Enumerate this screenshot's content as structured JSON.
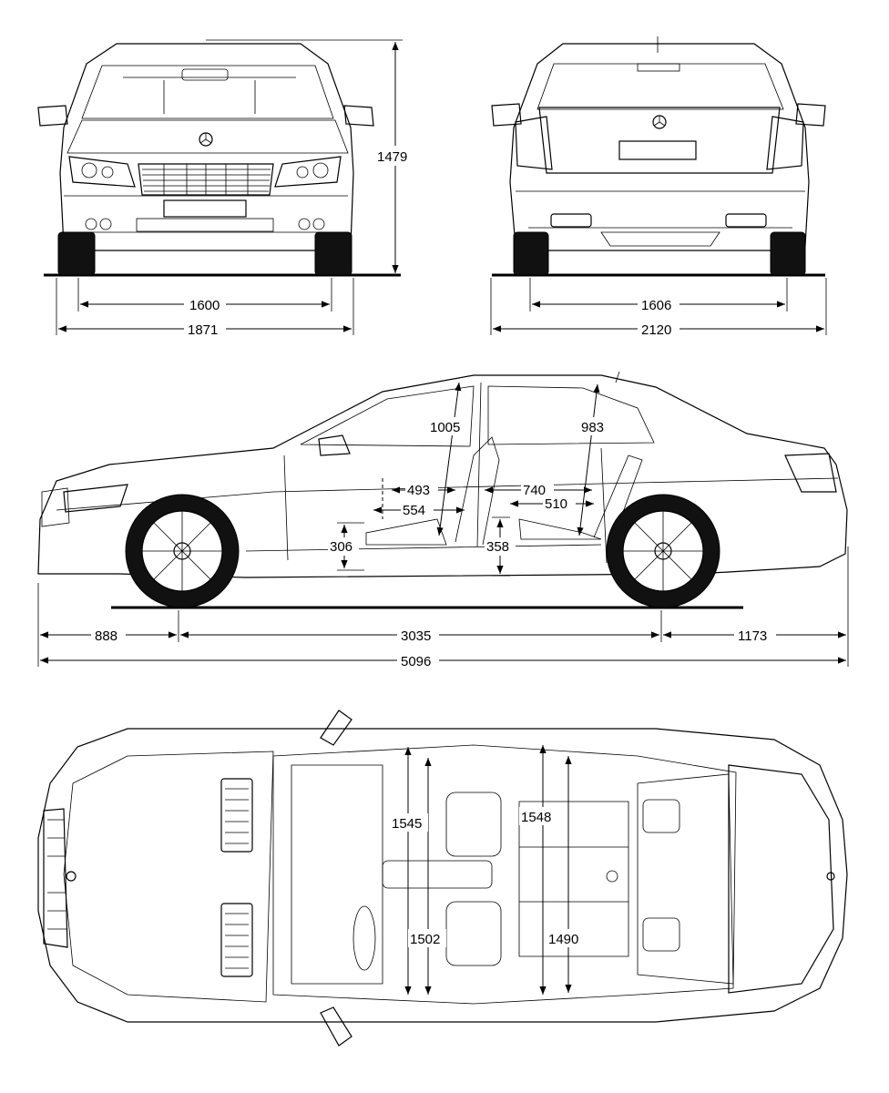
{
  "front_view": {
    "height": "1479",
    "track": "1600",
    "width": "1871"
  },
  "rear_view": {
    "track": "1606",
    "width_mirrors": "2120"
  },
  "side_view": {
    "front_headroom": "1005",
    "rear_headroom": "983",
    "front_legroom_a": "493",
    "front_legroom_b": "554",
    "rear_legroom_a": "740",
    "rear_legroom_b": "510",
    "front_seat_height": "306",
    "rear_seat_height": "358",
    "front_overhang": "888",
    "wheelbase": "3035",
    "rear_overhang": "1173",
    "length": "5096"
  },
  "top_view": {
    "front_shoulder": "1545",
    "rear_shoulder": "1548",
    "front_hip": "1502",
    "rear_hip": "1490"
  }
}
